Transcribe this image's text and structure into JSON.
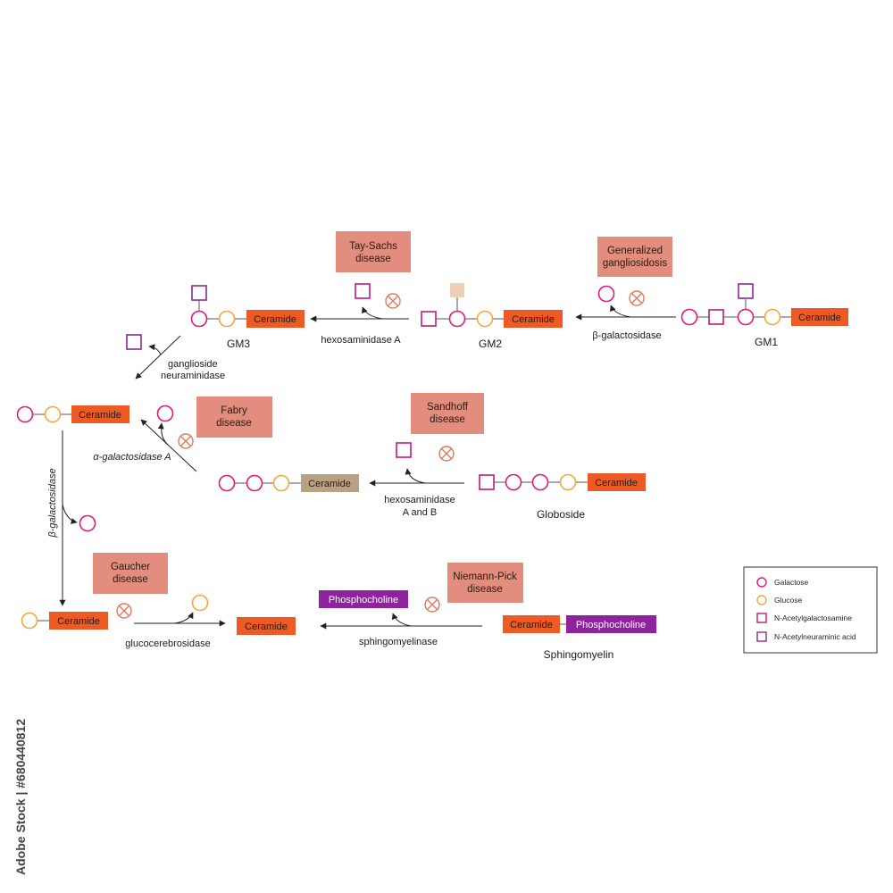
{
  "legend": {
    "galactose": "Galactose",
    "glucose": "Glucose",
    "galnac": "N-Acetylgalactosamine",
    "neuac": "N-Acetylneuraminic  acid"
  },
  "colors": {
    "galactose": "#e0197d",
    "glucose": "#f2a93b",
    "galnac": "#c2187e",
    "neuac": "#8b2a8f",
    "ceramide": "#ee5a24",
    "ceramide_product": "#b9a184",
    "phosphocholine": "#8e249d",
    "disease_box": "#e28d7d",
    "inhibition": "#e07a5f",
    "pale_square": "#efd0b7"
  },
  "labels": {
    "ceramide": "Ceramide",
    "phosphocholine": "Phosphocholine"
  },
  "compounds": {
    "gm1": "GM1",
    "gm2": "GM2",
    "gm3": "GM3",
    "globoside": "Globoside",
    "sphingomyelin": "Sphingomyelin"
  },
  "enzymes": {
    "beta_gal_top": "β-galactosidase",
    "hexA": "hexosaminidase A",
    "neuraminidase_1": "ganglioside",
    "neuraminidase_2": "neuraminidase",
    "alpha_gal": "α-galactosidase A",
    "hexAB_1": "hexosaminidase",
    "hexAB_2": "A and B",
    "beta_gal_side": "β-galactosidase",
    "glucocerebrosidase": "glucocerebrosidase",
    "sphingomyelinase": "sphingomyelinase"
  },
  "diseases": {
    "generalized_1": "Generalized",
    "generalized_2": "gangliosidosis",
    "taysachs_1": "Tay-Sachs",
    "taysachs_2": "disease",
    "fabry_1": "Fabry",
    "fabry_2": "disease",
    "sandhoff_1": "Sandhoff",
    "sandhoff_2": "disease",
    "gaucher_1": "Gaucher",
    "gaucher_2": "disease",
    "niemann_1": "Niemann-Pick",
    "niemann_2": "disease"
  },
  "watermark": "Adobe Stock | #680440812"
}
